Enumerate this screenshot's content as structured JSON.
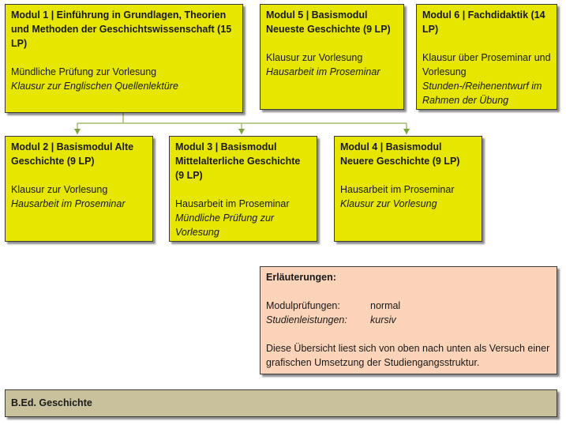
{
  "modules": {
    "m1": {
      "title": "Modul 1 | Einführung in Grundlagen, Theorien und Methoden der Geschichtswissenschaft (15 LP)",
      "exam": "Mündliche Prüfung zur Vorlesung",
      "study": "Klausur zur Englischen Quellenlektüre"
    },
    "m5": {
      "title": "Modul 5 | Basismodul Neueste Geschichte (9 LP)",
      "exam": "Klausur zur Vorlesung",
      "study": "Hausarbeit im Proseminar"
    },
    "m6": {
      "title": "Modul 6 | Fachdidaktik (14 LP)",
      "exam": "Klausur über Proseminar und Vorlesung",
      "study": "Stunden-/Reihenentwurf im Rahmen der Übung"
    },
    "m2": {
      "title": "Modul 2 | Basismodul Alte Geschichte (9 LP)",
      "exam": "Klausur zur Vorlesung",
      "study": "Hausarbeit im Proseminar"
    },
    "m3": {
      "title": "Modul 3 | Basismodul Mittelalterliche Geschichte (9 LP)",
      "exam": "Hausarbeit im Proseminar",
      "study": "Mündliche Prüfung zur Vorlesung"
    },
    "m4": {
      "title": "Modul 4 | Basismodul Neuere Geschichte (9 LP)",
      "exam": "Hausarbeit im Proseminar",
      "study": "Klausur zur Vorlesung"
    }
  },
  "legend": {
    "title": "Erläuterungen:",
    "exam_label": "Modulprüfungen:",
    "exam_value": "normal",
    "study_label": "Studienleistungen:",
    "study_value": "kursiv",
    "note": "Diese Übersicht liest sich von oben nach unten als Versuch einer grafischen Umsetzung der Studiengangsstruktur."
  },
  "footer": {
    "label": "B.Ed. Geschichte"
  },
  "colors": {
    "module": "#e6e600",
    "legend": "#fbd3b9",
    "footer": "#c9c19b",
    "connector": "#7aa33a"
  }
}
